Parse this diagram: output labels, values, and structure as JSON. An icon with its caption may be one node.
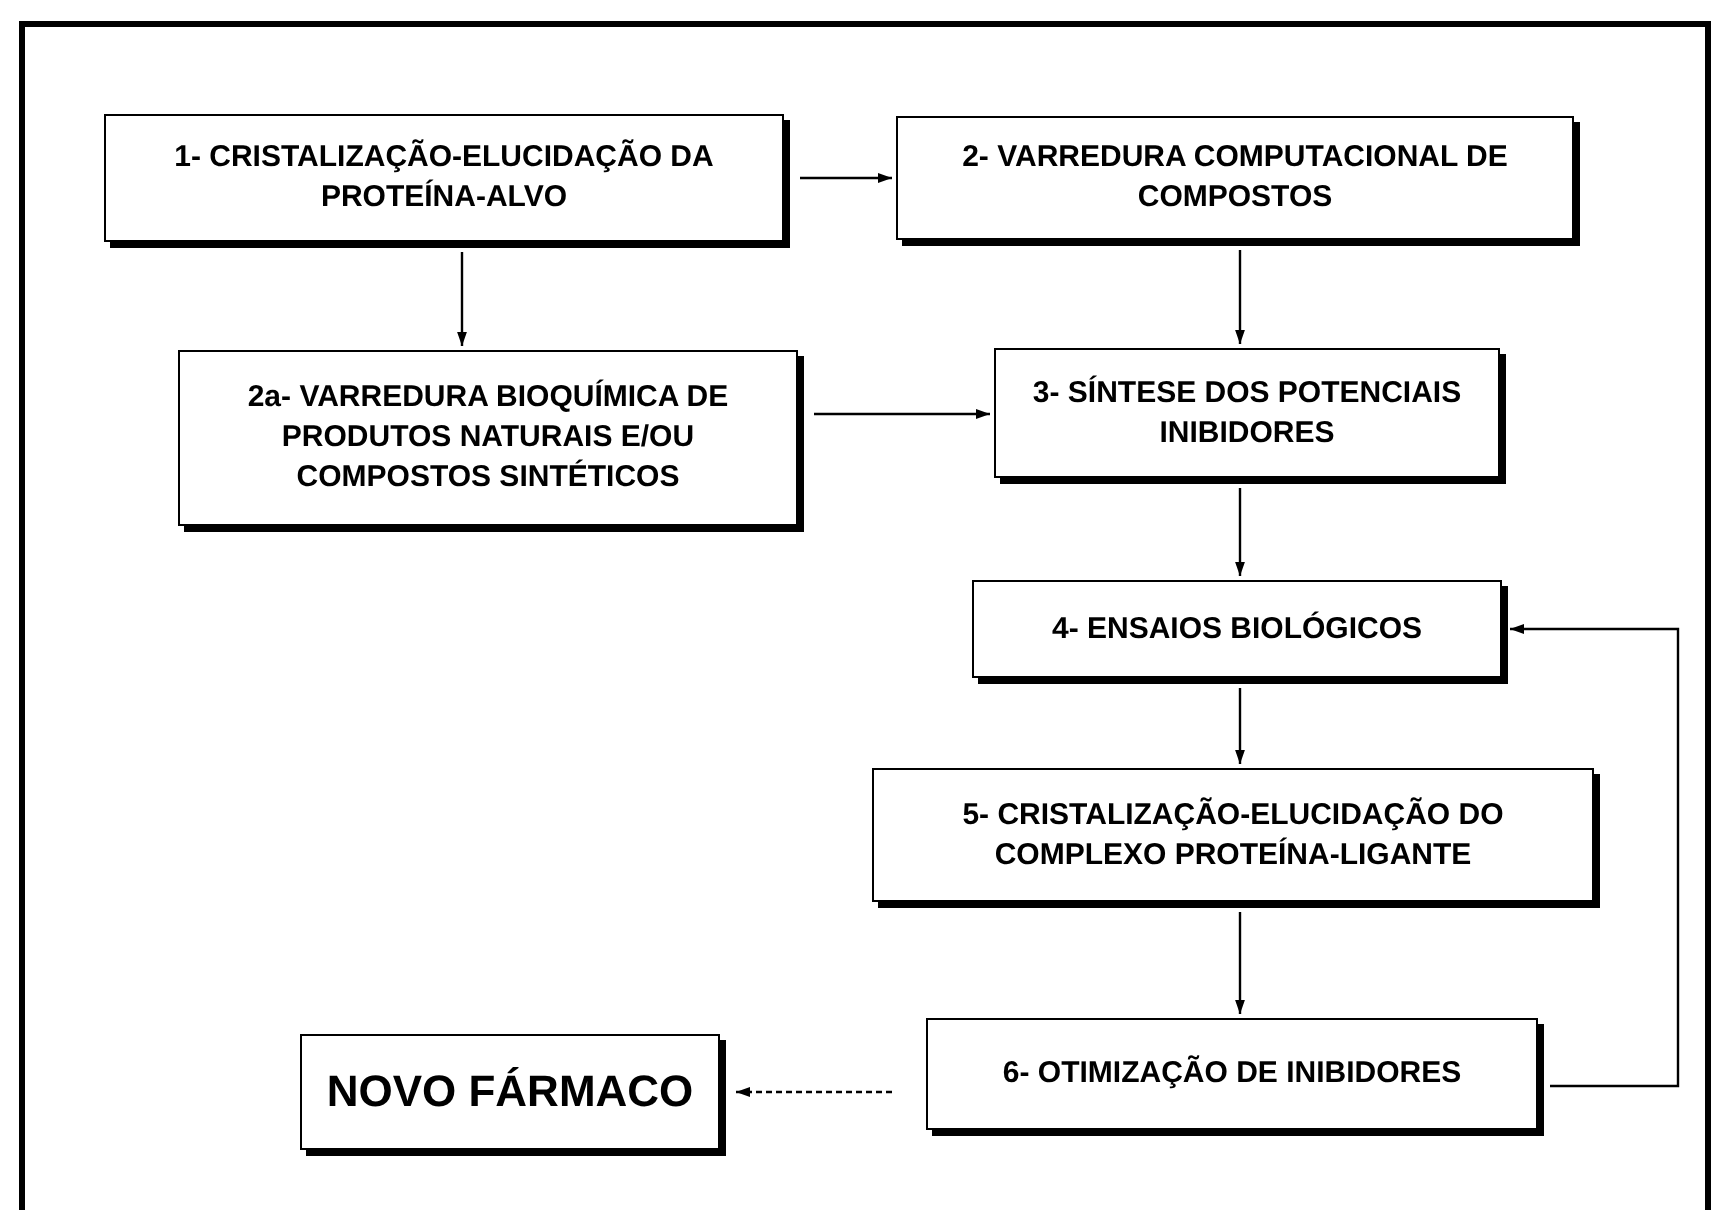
{
  "diagram": {
    "nodes": [
      {
        "text": [
          "1- CRISTALIZAÇÃO-ELUCIDAÇÃO DA PROTEÍNA-ALVO"
        ]
      },
      {
        "text": [
          "2- VARREDURA COMPUTACIONAL DE COMPOSTOS"
        ]
      },
      {
        "text": [
          "2a- VARREDURA BIOQUÍMICA DE PRODUTOS NATURAIS E/OU COMPOSTOS SINTÉTICOS"
        ]
      },
      {
        "text": [
          "3- SÍNTESE DOS POTENCIAIS INIBIDORES"
        ]
      },
      {
        "text": [
          "4- ENSAIOS BIOLÓGICOS"
        ]
      },
      {
        "text": [
          "5- CRISTALIZAÇÃO-ELUCIDAÇÃO DO COMPLEXO PROTEÍNA-LIGANTE"
        ]
      },
      {
        "text": [
          "6- OTIMIZAÇÃO DE INIBIDORES"
        ]
      },
      {
        "text": [
          "NOVO FÁRMACO"
        ]
      }
    ],
    "edges": [
      {
        "from": 0,
        "to": 1,
        "arrow": "to"
      },
      {
        "from": 0,
        "to": 2,
        "arrow": "to"
      },
      {
        "from": 1,
        "to": 3,
        "arrow": "to"
      },
      {
        "from": 2,
        "to": 3,
        "arrow": "to"
      },
      {
        "from": 3,
        "to": 4,
        "arrow": "to"
      },
      {
        "from": 4,
        "to": 5,
        "arrow": "to"
      },
      {
        "from": 5,
        "to": 6,
        "arrow": "to"
      },
      {
        "from": 6,
        "to": 4,
        "arrow": "to"
      },
      {
        "from": 6,
        "to": 7,
        "arrow": "to",
        "style": "dashed"
      }
    ]
  }
}
